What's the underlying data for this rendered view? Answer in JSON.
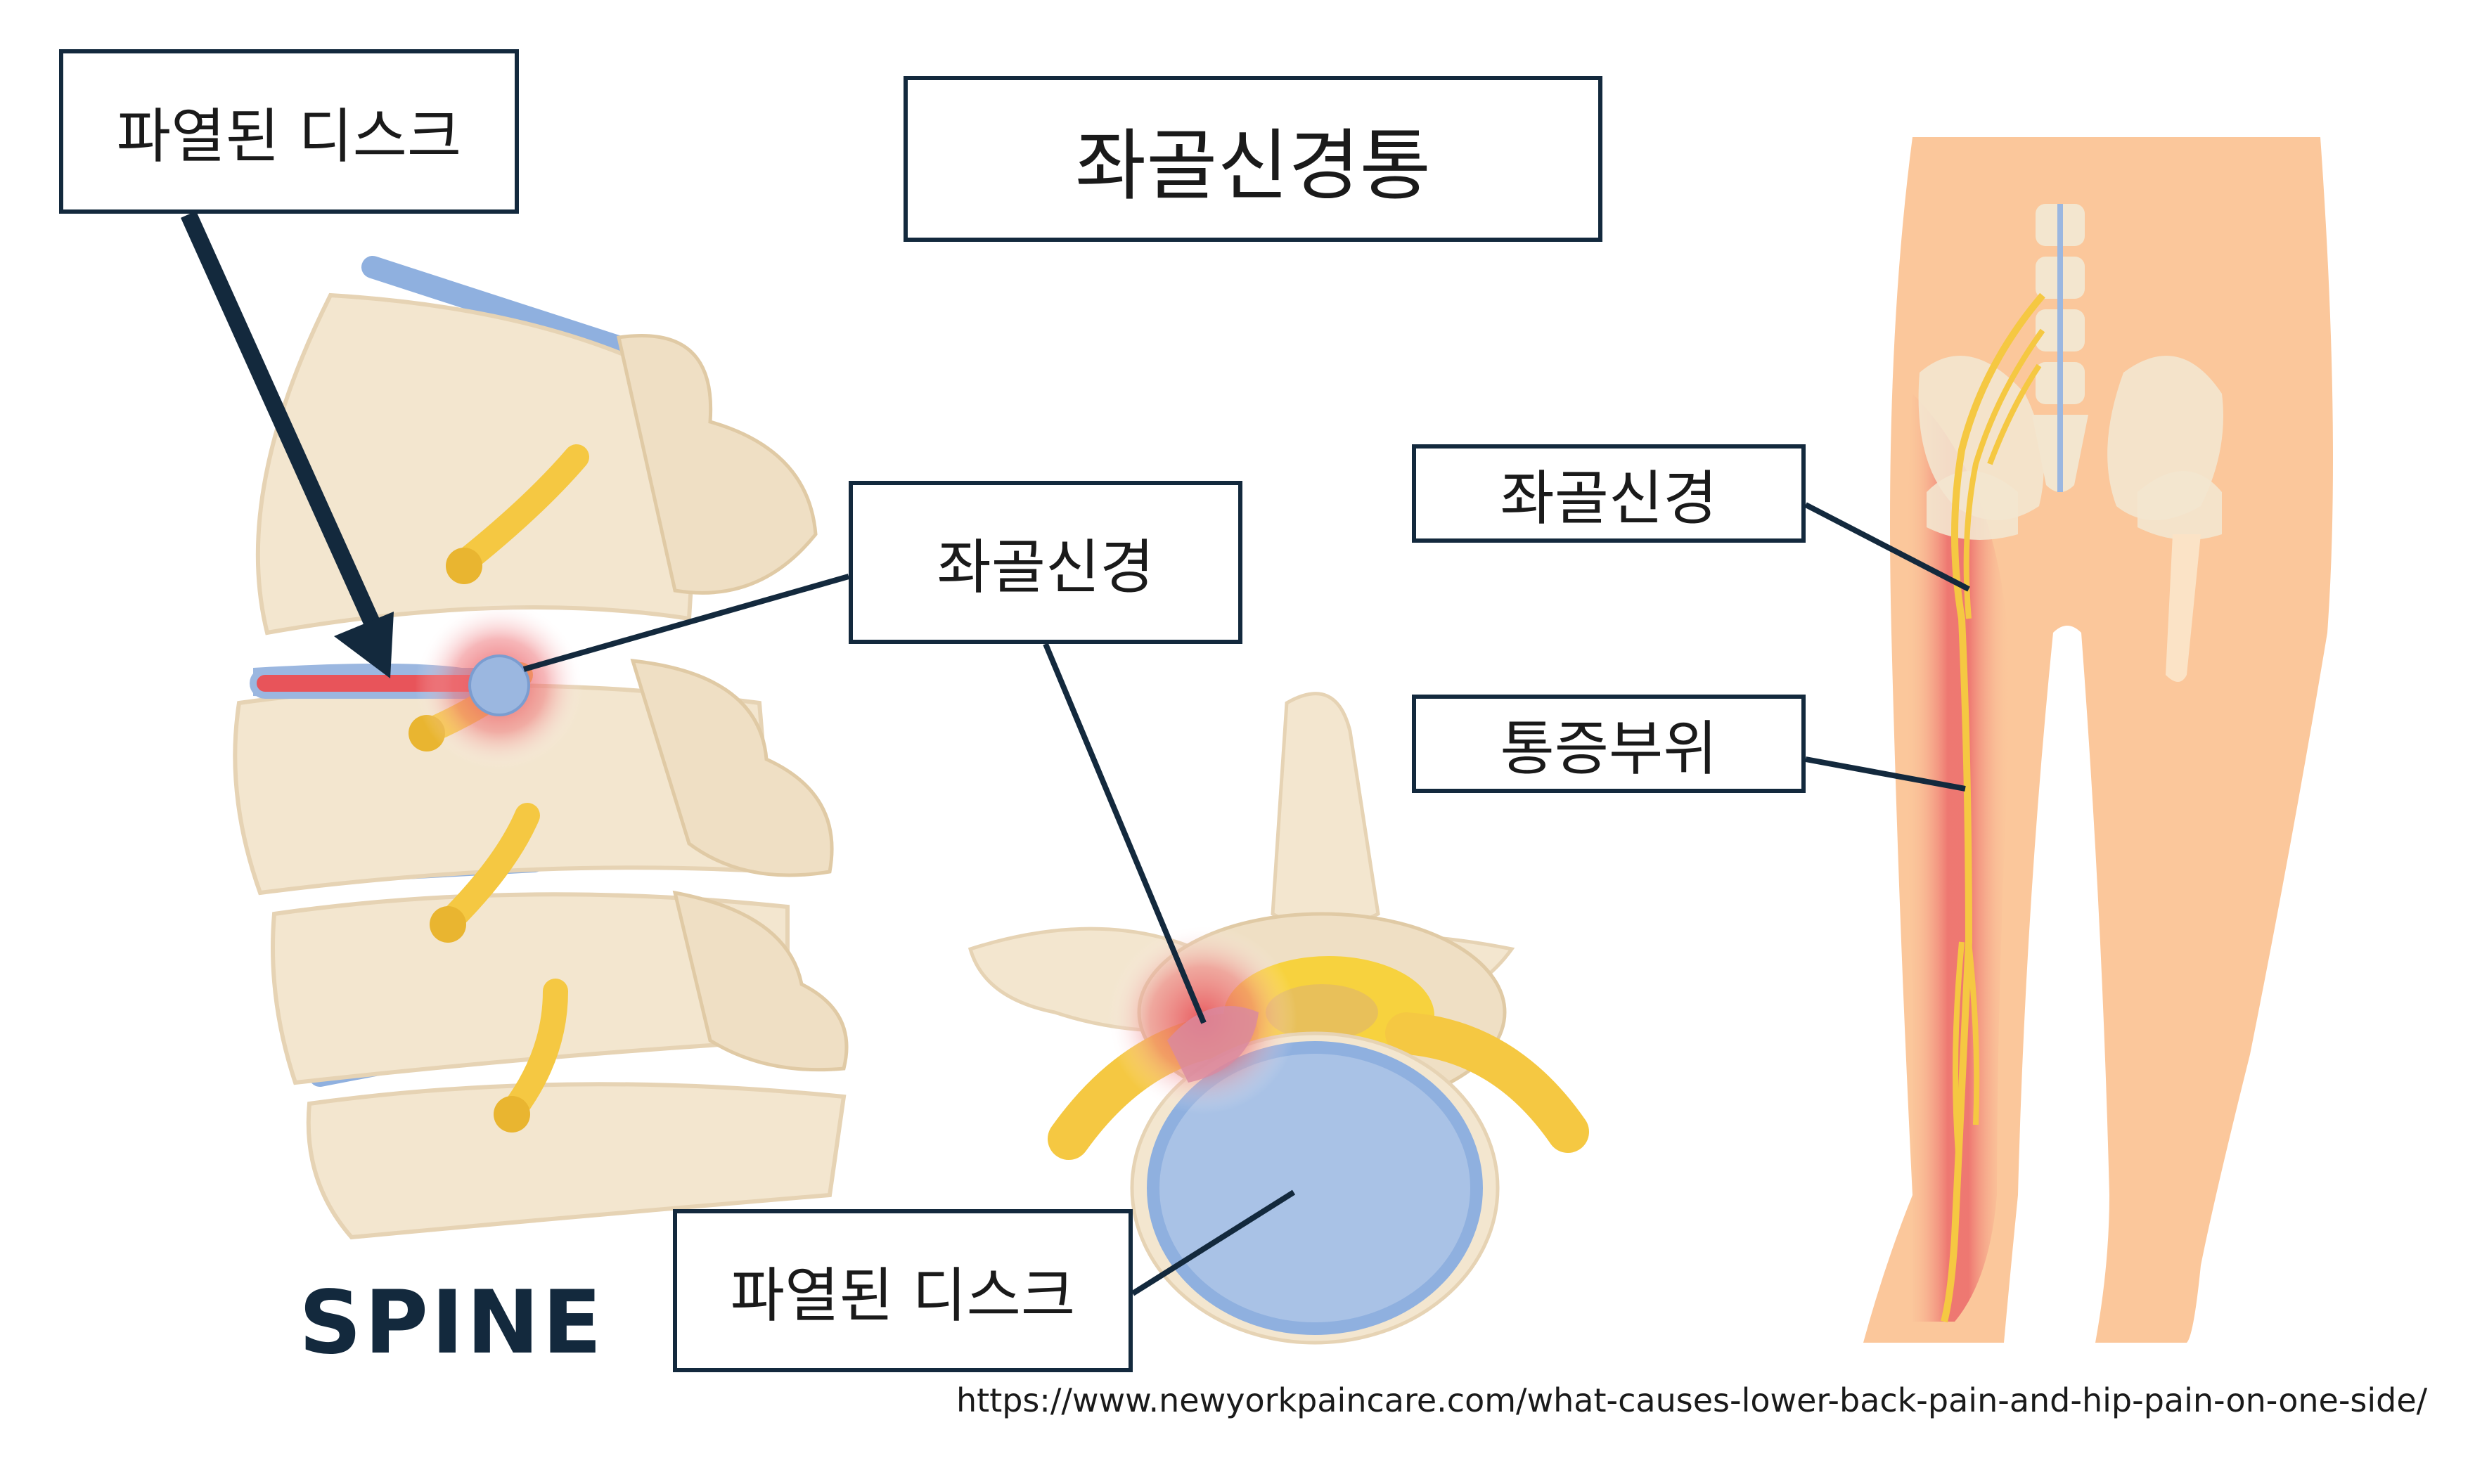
{
  "title": "좌골신경통",
  "labels": {
    "ruptured_disc_top": "파열된 디스크",
    "sciatic_nerve_center": "좌골신경",
    "ruptured_disc_bottom": "파열된 디스크",
    "sciatic_nerve_right": "좌골신경",
    "pain_area": "통증부위"
  },
  "spine_caption": "SPINE",
  "source_url": "https://www.newyorkpaincare.com/what-causes-lower-back-pain-and-hip-pain-on-one-side/",
  "colors": {
    "bone": "#f3e6cf",
    "bone_shadow": "#e6d3b4",
    "disc": "#9bb7e0",
    "nerve": "#f5c842",
    "pain": "#e8545a",
    "skin": "#fbc79b",
    "line": "#13293d"
  }
}
